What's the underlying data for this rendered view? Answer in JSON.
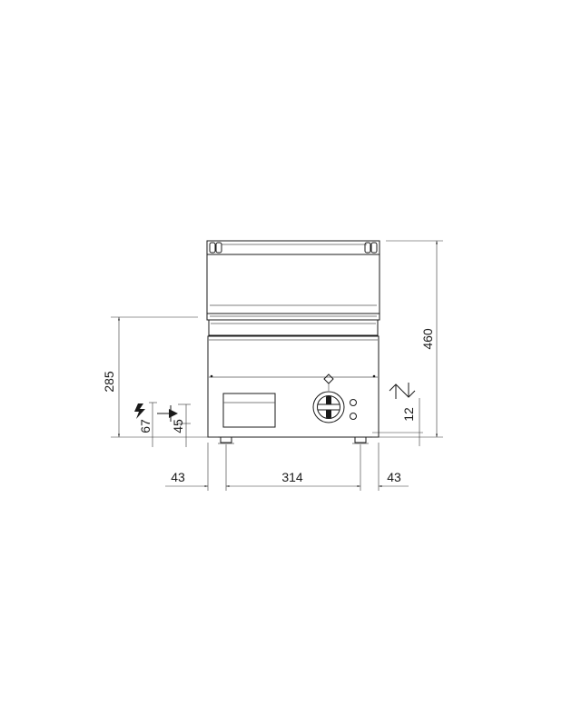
{
  "drawing": {
    "dimensions": {
      "total_height": "460",
      "front_height": "285",
      "left_offset": "43",
      "body_width": "314",
      "right_offset": "43",
      "water_height": "67",
      "power_height": "45",
      "drain_height": "12"
    },
    "icons": [
      "electrical-connection-icon",
      "water-inlet-arrow-icon",
      "drain-arrow-icon",
      "control-knob-icon",
      "indicator-light-icon"
    ]
  }
}
